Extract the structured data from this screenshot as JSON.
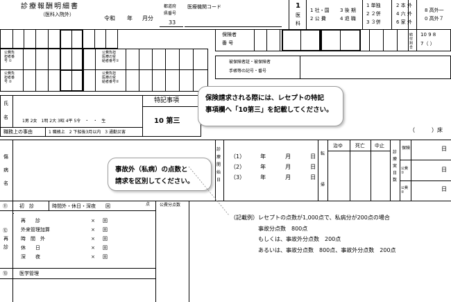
{
  "header": {
    "title": "診療報酬明細書",
    "subtitle": "（医科入院外）",
    "era": "令和",
    "year_label": "年",
    "month_label": "月分",
    "pref_label_1": "都道府",
    "pref_label_2": "県番号",
    "pref_value": "33",
    "inst_code_label": "医療機関コード",
    "type_num": "1",
    "type_label_1": "医",
    "type_label_2": "科",
    "ins_options": [
      "1 社・国",
      "2 公 費",
      "3 後 期",
      "4 退 職"
    ],
    "ins_options_2": [
      "1 単独",
      "2 ２併",
      "3 ３併"
    ],
    "ins_options_3": [
      "2 本 外",
      "4 六 外",
      "6 家 外"
    ],
    "ins_options_4": [
      "8 高外一",
      "0 高外７"
    ],
    "benefit_label": "給付割合",
    "benefit_values": "10 9 8",
    "benefit_values_2": "7（ ）"
  },
  "left_rows": {
    "pub1_label": [
      "公費負",
      "担者番",
      "号 ①"
    ],
    "pub2_label": [
      "公費負",
      "担者番",
      "号 ②"
    ],
    "rec1_label": [
      "公費負担",
      "医療の受",
      "給者番号①"
    ],
    "rec2_label": [
      "公費負担",
      "医療の受",
      "給者番号②"
    ]
  },
  "insurer": {
    "label_1": "保険者",
    "label_2": "番 号",
    "card_label_1": "被保険者証・被保険者",
    "card_label_2": "手帳等の記号・番号"
  },
  "patient": {
    "name_label_1": "氏",
    "name_label_2": "名",
    "sex_age": "1男 2女　1明 2大 3昭 4平 5令　・　・　生",
    "reason_label": "職務上の事由",
    "reason_options": "1 職務上　2 下船後3月以内　3 通勤災害",
    "special_label": "特記事項",
    "special_value": "10 第三",
    "bed_label": "（　　　）床"
  },
  "callouts": {
    "special": [
      "保険請求される際には、レセプトの特記",
      "事項欄へ「10第三」を記載してください。"
    ],
    "accident": [
      "事故外（私病）の点数と",
      "請求を区別してください。"
    ]
  },
  "diag": {
    "disease_label": [
      "傷",
      "病",
      "名"
    ],
    "start_label": [
      "診",
      "療",
      "開",
      "始",
      "日"
    ],
    "start_rows": [
      {
        "num": "（1）",
        "y": "年",
        "m": "月",
        "d": "日"
      },
      {
        "num": "（2）",
        "y": "年",
        "m": "月",
        "d": "日"
      },
      {
        "num": "（3）",
        "y": "年",
        "m": "月",
        "d": "日"
      }
    ],
    "outcome_label": [
      "転",
      "帰"
    ],
    "outcomes": [
      "治ゆ",
      "死亡",
      "中止"
    ],
    "days_label": [
      "診",
      "療",
      "実",
      "日",
      "数"
    ],
    "days_rows": [
      {
        "label": "保険",
        "unit": "日"
      },
      {
        "label": "公費①",
        "unit": "日"
      },
      {
        "label": "公費②",
        "unit": "日"
      }
    ]
  },
  "treatment": {
    "first_num": "⑪",
    "first_label": "初　診",
    "first_detail": "時間外・休日・深夜　　回",
    "points_label": "点",
    "public_points": "公費分点数",
    "revisit_num": "⑫",
    "revisit_side": [
      "再",
      "診"
    ],
    "revisit_rows": [
      {
        "label": "再　　診",
        "x": "×",
        "unit": "回"
      },
      {
        "label": "外来管理加算",
        "x": "×",
        "unit": "回"
      },
      {
        "label": "時　間　外",
        "x": "×",
        "unit": "回"
      },
      {
        "label": "休　　日",
        "x": "×",
        "unit": "回"
      },
      {
        "label": "深　　夜",
        "x": "×",
        "unit": "回"
      }
    ],
    "mgmt_num": "⑬",
    "mgmt_label": "医学管理"
  },
  "example": {
    "lead": "（記載例）",
    "lines": [
      "レセプトの点数が1,000点で、私病分が200点の場合",
      "事故分点数　800点",
      "もしくは、事故外分点数　200点",
      "あるいは、事故分点数　800点、事故外分点数　200点"
    ]
  }
}
